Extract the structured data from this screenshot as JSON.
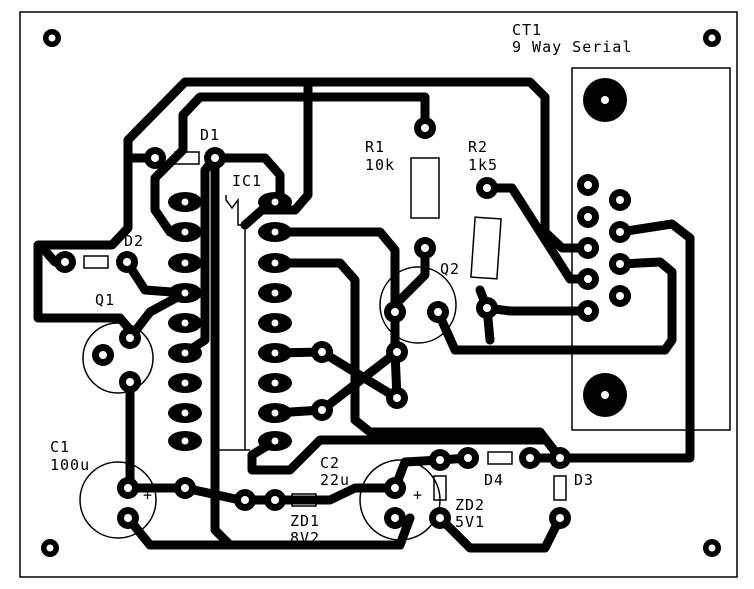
{
  "title": "PCB layout - serial interface",
  "labels": {
    "ct1": "CT1",
    "connector": "9 Way Serial",
    "r1": "R1",
    "r1_value": "10k",
    "r2": "R2",
    "r2_value": "1k5",
    "d1": "D1",
    "ic1": "IC1",
    "d2": "D2",
    "q1": "Q1",
    "q2": "Q2",
    "c1": "C1",
    "c1_value": "100u",
    "c2": "C2",
    "c2_value": "22u",
    "d4": "D4",
    "d3": "D3",
    "zd1": "ZD1",
    "zd1_value": "8V2",
    "zd2": "ZD2",
    "zd2_value": "5V1",
    "plus": "+"
  },
  "colors": {
    "copper": "#000000",
    "background": "#ffffff"
  }
}
